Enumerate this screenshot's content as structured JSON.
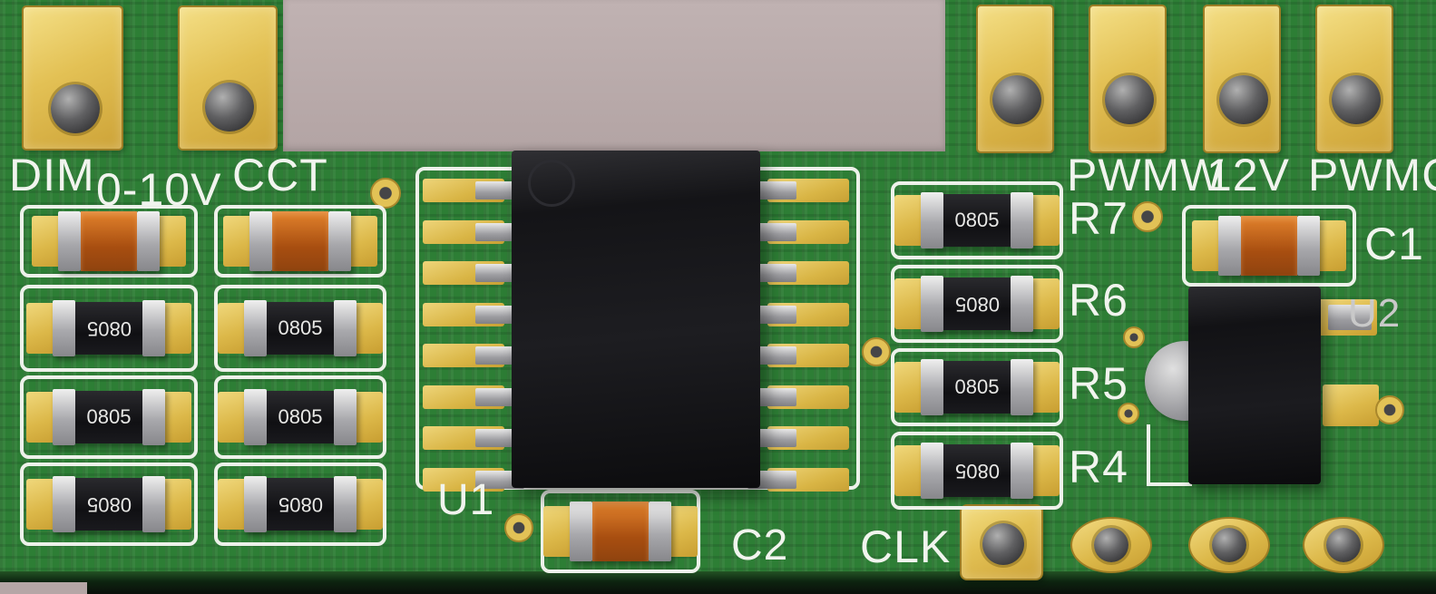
{
  "scene": {
    "description": "3D render of a green printed circuit board (LED dimmer / CCT controller)",
    "colors": {
      "background": "#b5a6a6",
      "board_green": "#2d7e35",
      "pad_gold": "#e3c155",
      "silkscreen_white": "#edf1ea",
      "component_black": "#141417",
      "capacitor_orange": "#b85c14",
      "terminal_gray": "#a8a8ac"
    }
  },
  "labels": {
    "dim": "DIM",
    "v0_10": "0-10V",
    "cct": "CCT",
    "pwmw": "PWMW",
    "v12": "12V",
    "pwmc": "PWMC",
    "clk": "CLK"
  },
  "designators": {
    "u1": "U1",
    "u2": "U2",
    "c1": "C1",
    "c2": "C2",
    "r7": "R7",
    "r6": "R6",
    "r5": "R5",
    "r4": "R4"
  },
  "smd_marking": "0805",
  "ic": {
    "pins_per_side": 8
  }
}
